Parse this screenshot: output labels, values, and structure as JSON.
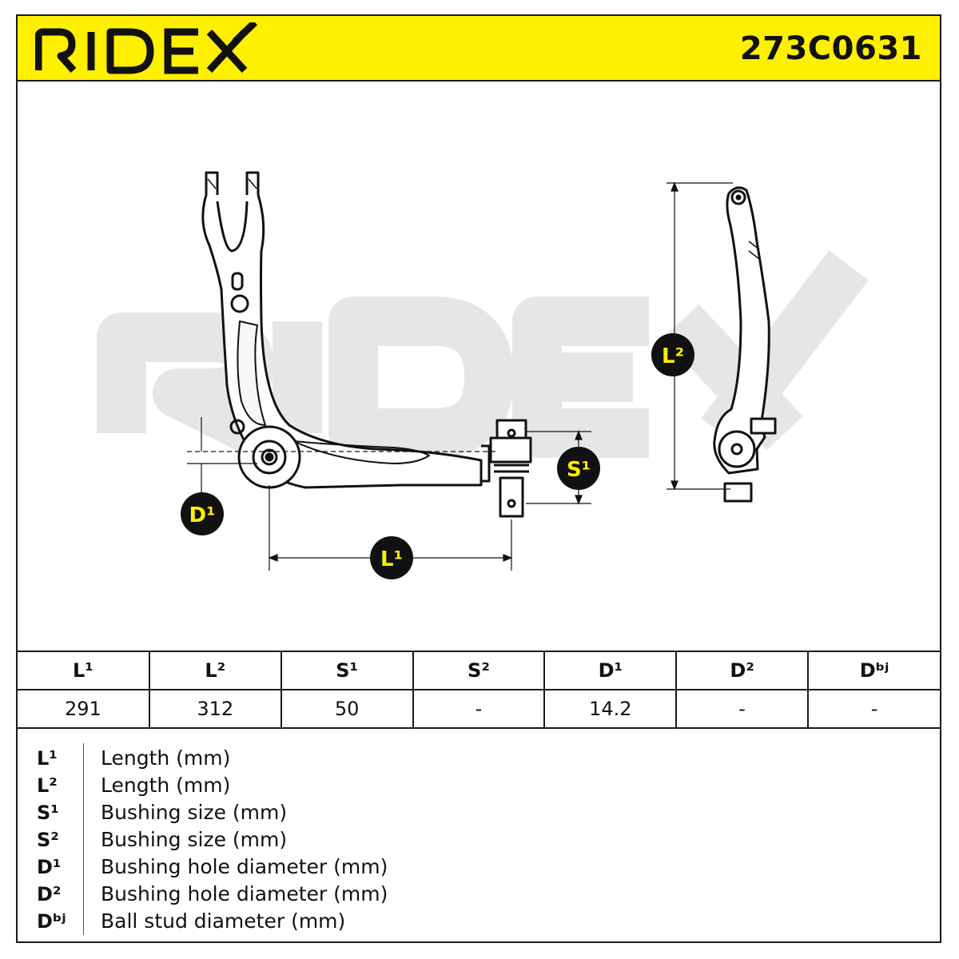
{
  "header": {
    "brand": "RIDEX",
    "part_number": "273C0631"
  },
  "drawing": {
    "watermark": "RIDEX",
    "callouts": {
      "L1": "L¹",
      "L2": "L²",
      "S1": "S¹",
      "D1": "D¹"
    }
  },
  "table": {
    "headers": [
      "L¹",
      "L²",
      "S¹",
      "S²",
      "D¹",
      "D²",
      "Dᵇʲ"
    ],
    "values": [
      "291",
      "312",
      "50",
      "-",
      "14.2",
      "-",
      "-"
    ]
  },
  "legend": [
    {
      "sym": "L¹",
      "desc": "Length (mm)"
    },
    {
      "sym": "L²",
      "desc": "Length (mm)"
    },
    {
      "sym": "S¹",
      "desc": "Bushing size (mm)"
    },
    {
      "sym": "S²",
      "desc": "Bushing size (mm)"
    },
    {
      "sym": "D¹",
      "desc": "Bushing hole diameter (mm)"
    },
    {
      "sym": "D²",
      "desc": "Bushing hole diameter (mm)"
    },
    {
      "sym": "Dᵇʲ",
      "desc": "Ball stud diameter (mm)"
    }
  ],
  "colors": {
    "accent_yellow": "#ffef00",
    "ink": "#111111",
    "watermark_gray": "#e6e6e6",
    "callout_text": "#ffef00"
  }
}
